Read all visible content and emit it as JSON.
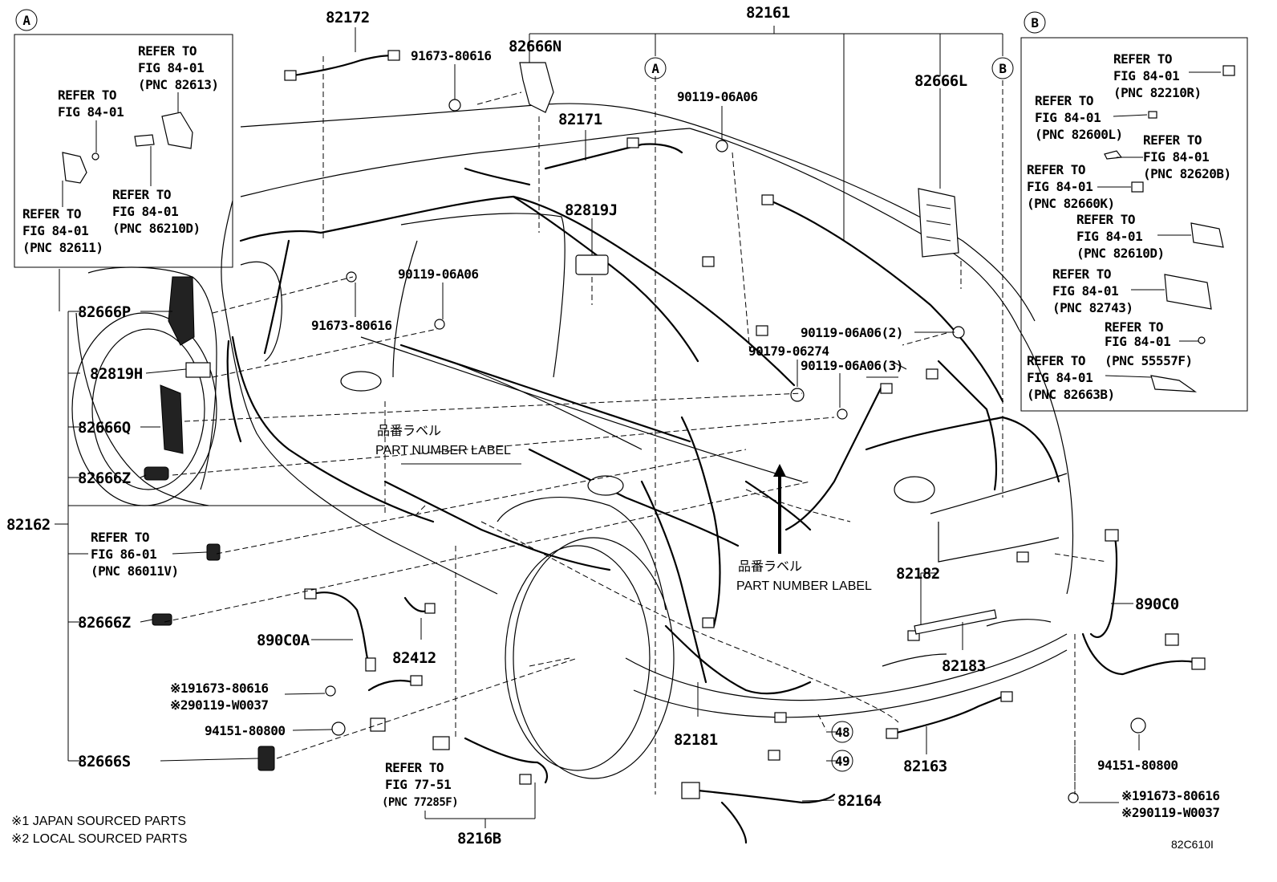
{
  "callouts": {
    "c82172": "82172",
    "c82161": "82161",
    "c91673_top": "91673-80616",
    "c82666N": "82666N",
    "c82171": "82171",
    "c90119_top": "90119-06A06",
    "c82666L": "82666L",
    "c82819J": "82819J",
    "c90119_mid": "90119-06A06",
    "c91673_mid": "91673-80616",
    "c82666P": "82666P",
    "c82819H": "82819H",
    "c82666Q": "82666Q",
    "c82666Z_1": "82666Z",
    "c82162": "82162",
    "c82666Z_2": "82666Z",
    "c82666S": "82666S",
    "c890C0A": "890C0A",
    "c82412": "82412",
    "c94151_left": "94151-80800",
    "c82168": "8216B",
    "c82181": "82181",
    "c82164": "82164",
    "c82163": "82163",
    "c82182": "82182",
    "c82183": "82183",
    "c890C0": "890C0",
    "c94151_right": "94151-80800",
    "c90119_2": "90119-06A06(2)",
    "c90179": "90179-06274",
    "c90119_3": "90119-06A06(3)",
    "c48": "48",
    "c49": "49",
    "circleA": "A",
    "circleB": "B"
  },
  "marked_left": {
    "m1": "※191673-80616",
    "m2": "※290119-W0037"
  },
  "marked_right": {
    "m1": "※191673-80616",
    "m2": "※290119-W0037"
  },
  "part_labels": {
    "jp1": "品番ラベル",
    "en1": "PART NUMBER LABEL",
    "jp2": "品番ラベル",
    "en2": "PART NUMBER LABEL"
  },
  "refer_main": {
    "r86_1": "REFER TO",
    "r86_2": "FIG 86-01",
    "r86_3": "(PNC 86011V)",
    "r77_1": "REFER TO",
    "r77_2": "FIG 77-51",
    "r77_3": "(PNC 77285F)"
  },
  "box_a": {
    "r1_1": "REFER TO",
    "r1_2": "FIG 84-01",
    "r1_3": "(PNC 82613)",
    "r2_1": "REFER TO",
    "r2_2": "FIG 84-01",
    "r3_1": "REFER TO",
    "r3_2": "FIG 84-01",
    "r3_3": "(PNC 86210D)",
    "r4_1": "REFER TO",
    "r4_2": "FIG 84-01",
    "r4_3": "(PNC 82611)"
  },
  "box_b": {
    "r1_1": "REFER TO",
    "r1_2": "FIG 84-01",
    "r1_3": "(PNC 82210R)",
    "r2_1": "REFER TO",
    "r2_2": "FIG 84-01",
    "r2_3": "(PNC 82600L)",
    "r3_1": "REFER TO",
    "r3_2": "FIG 84-01",
    "r3_3": "(PNC 82620B)",
    "r4_1": "REFER TO",
    "r4_2": "FIG 84-01",
    "r4_3": "(PNC 82660K)",
    "r5_1": "REFER TO",
    "r5_2": "FIG 84-01",
    "r5_3": "(PNC 82610D)",
    "r6_1": "REFER TO",
    "r6_2": "FIG 84-01",
    "r6_3": "(PNC 82743)",
    "r7_1": "REFER TO",
    "r7_2": "(PNC 55557F)",
    "r7_0": "FIG 84-01",
    "r8_1": "REFER TO",
    "r8_2": "FIG 84-01",
    "r8_3": "(PNC 82663B)"
  },
  "footnotes": {
    "n1": "※1 JAPAN SOURCED PARTS",
    "n2": "※2 LOCAL SOURCED PARTS",
    "code": "82C610I"
  }
}
